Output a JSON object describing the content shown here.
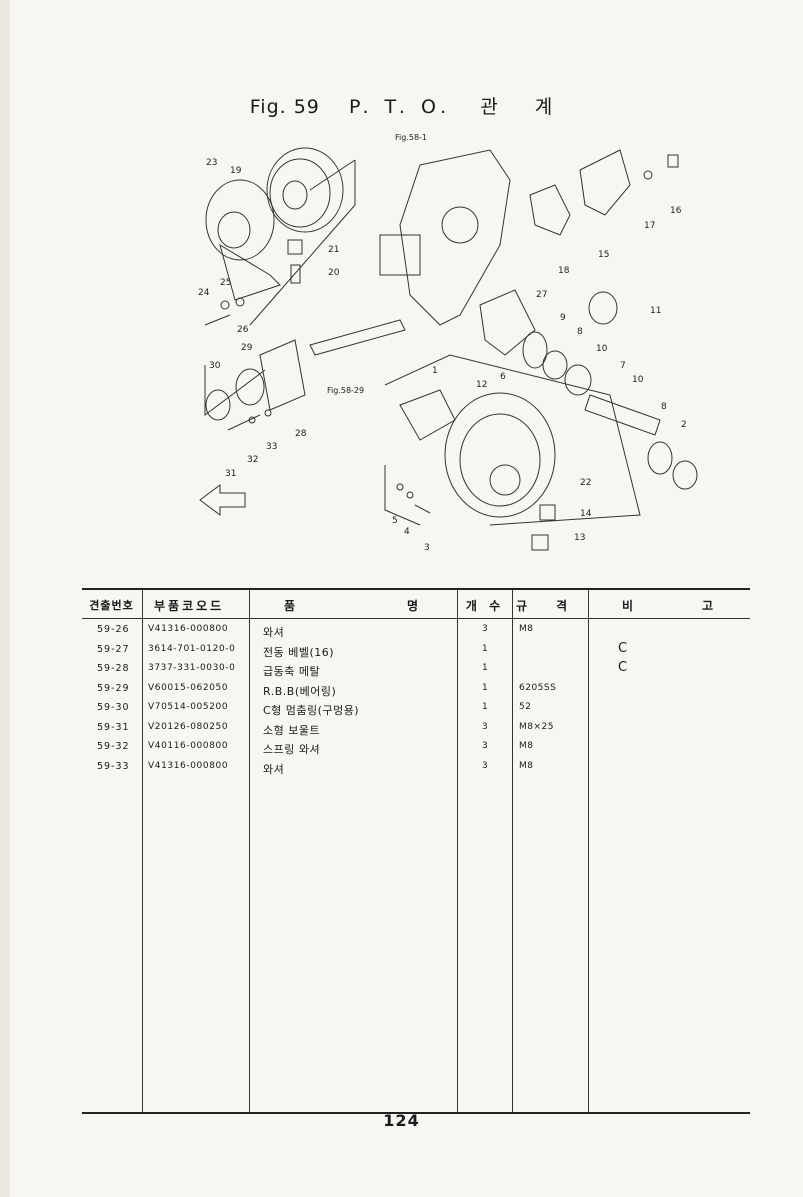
{
  "title": {
    "fig": "Fig. 59",
    "pto": "P. T. O.",
    "kwan": "관",
    "gye": "계"
  },
  "diagram": {
    "callouts": {
      "fig581": "Fig.58-1",
      "fig5829": "Fig.58-29",
      "n23": "23",
      "n19": "19",
      "n21": "21",
      "n20": "20",
      "n25": "25",
      "n24": "24",
      "n26": "26",
      "n29": "29",
      "n30": "30",
      "n28": "28",
      "n33": "33",
      "n32": "32",
      "n31": "31",
      "n18": "18",
      "n15": "15",
      "n16": "16",
      "n17": "17",
      "n11": "11",
      "n27": "27",
      "n6": "6",
      "n9": "9",
      "n8a": "8",
      "n10a": "10",
      "n7": "7",
      "n10b": "10",
      "n8b": "8",
      "n2": "2",
      "n1": "1",
      "n12": "12",
      "n22": "22",
      "n14": "14",
      "n13": "13",
      "n5": "5",
      "n4": "4",
      "n3": "3"
    }
  },
  "table": {
    "headers": {
      "ref": "견출번호",
      "code": "부품코오드",
      "name_a": "품",
      "name_b": "명",
      "qty": "개 수",
      "spec_a": "규",
      "spec_b": "격",
      "note_a": "비",
      "note_b": "고"
    },
    "rows": [
      {
        "ref": "59-26",
        "code": "V41316-000800",
        "name": "와셔",
        "qty": "3",
        "spec": "M8",
        "note": ""
      },
      {
        "ref": "59-27",
        "code": "3614-701-0120-0",
        "name": "전동 베벨(16)",
        "qty": "1",
        "spec": "",
        "note": "C"
      },
      {
        "ref": "59-28",
        "code": "3737-331-0030-0",
        "name": "급동축 메탈",
        "qty": "1",
        "spec": "",
        "note": "C"
      },
      {
        "ref": "59-29",
        "code": "V60015-062050",
        "name": "R.B.B(베어링)",
        "qty": "1",
        "spec": "6205SS",
        "note": ""
      },
      {
        "ref": "59-30",
        "code": "V70514-005200",
        "name": "C형 멈춤링(구멍용)",
        "qty": "1",
        "spec": "52",
        "note": ""
      },
      {
        "ref": "59-31",
        "code": "V20126-080250",
        "name": "소형 보울트",
        "qty": "3",
        "spec": "M8×25",
        "note": ""
      },
      {
        "ref": "59-32",
        "code": "V40116-000800",
        "name": "스프링 와셔",
        "qty": "3",
        "spec": "M8",
        "note": ""
      },
      {
        "ref": "59-33",
        "code": "V41316-000800",
        "name": "와셔",
        "qty": "3",
        "spec": "M8",
        "note": ""
      }
    ]
  },
  "page_number": "124"
}
